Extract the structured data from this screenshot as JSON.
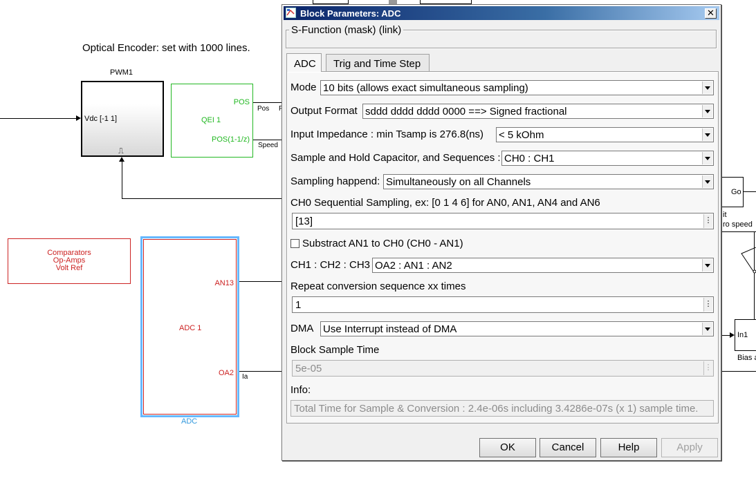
{
  "canvas": {
    "encoder_note": "Optical Encoder: set with 1000 lines.",
    "pwm": {
      "title": "PWM1",
      "input_port": "Vdc [-1 1]",
      "output_port": "⎍"
    },
    "qei": {
      "name": "QEI 1",
      "port_pos": "POS",
      "port_speed": "POS(1-1/z)",
      "sig_pos": "Pos",
      "sig_speed": "Speed",
      "sig_p": "P"
    },
    "comparators": {
      "line1": "Comparators",
      "line2": "Op-Amps",
      "line3": "Volt Ref"
    },
    "adc_block": {
      "name": "ADC 1",
      "port_an13": "AN13",
      "port_oa2": "OA2",
      "sig_ia": "Ia",
      "caption": "ADC"
    },
    "right": {
      "go_label": "Go",
      "frag_it": "it",
      "frag_speed": "ro speed",
      "in1": "In1",
      "bias": "Bias a"
    }
  },
  "dialog": {
    "title": "Block Parameters: ADC",
    "group_label": "S-Function (mask) (link)",
    "tabs": [
      {
        "label": "ADC",
        "active": true
      },
      {
        "label": "Trig and Time Step",
        "active": false
      }
    ],
    "mode": {
      "label": "Mode",
      "value": "10 bits (allows exact simultaneous sampling)"
    },
    "output_format": {
      "label": "Output Format",
      "value": "sddd dddd dddd 0000  ==> Signed fractional"
    },
    "input_impedance": {
      "label": "Input Impedance : min Tsamp is 276.8(ns)",
      "value": "< 5    kOhm"
    },
    "sample_hold": {
      "label": "Sample and Hold Capacitor, and Sequences :",
      "value": "CH0 : CH1"
    },
    "sampling": {
      "label": "Sampling happend:",
      "value": "Simultaneously on all Channels"
    },
    "ch0_seq": {
      "label": "CH0 Sequential Sampling, ex: [0 1 4 6] for AN0, AN1, AN4 and AN6",
      "value": "[13]"
    },
    "subtract": {
      "label": "Substract AN1 to CH0 (CH0 - AN1)",
      "checked": false
    },
    "ch123": {
      "label": "CH1 : CH2 : CH3",
      "value": "OA2 : AN1 : AN2"
    },
    "repeat": {
      "label": "Repeat conversion sequence xx times",
      "value": "1"
    },
    "dma": {
      "label": "DMA",
      "value": "Use Interrupt instead of DMA"
    },
    "sample_time": {
      "label": "Block Sample Time",
      "value": "5e-05"
    },
    "info": {
      "label": "Info:",
      "value": "Total Time for Sample & Conversion : 2.4e-06s including 3.4286e-07s (x 1) sample time."
    },
    "buttons": {
      "ok": "OK",
      "cancel": "Cancel",
      "help": "Help",
      "apply": "Apply"
    },
    "ellipsis": "⋮",
    "close_glyph": "✕"
  }
}
